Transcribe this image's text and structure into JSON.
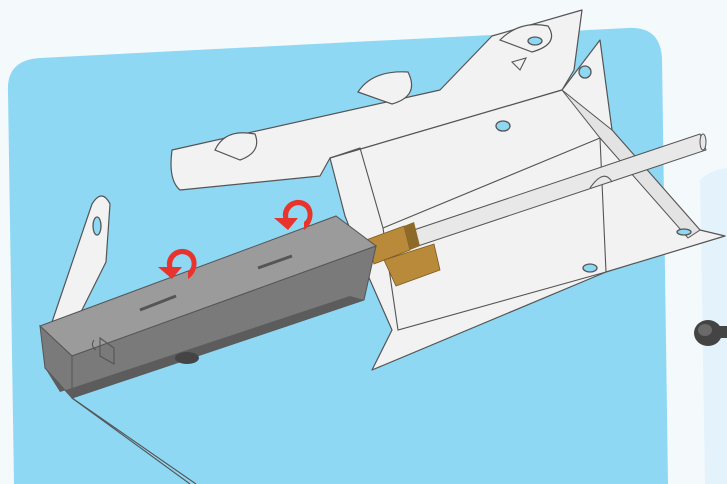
{
  "illustration": {
    "subject": "sheet-metal-bracket-assembly",
    "parts": [
      {
        "name": "folded-bracket-panel"
      },
      {
        "name": "metal-rod"
      },
      {
        "name": "brass-clip"
      },
      {
        "name": "grey-block-housing"
      },
      {
        "name": "rotation-arrow-left"
      },
      {
        "name": "rotation-arrow-right"
      },
      {
        "name": "screw"
      }
    ],
    "colors": {
      "background_panel": "#8ed8f4",
      "side_panel": "#e4f3fb",
      "page_background": "#f4f9fc",
      "sheet_metal": "#f2f2f2",
      "outline": "#555555",
      "housing_top": "#9b9b9b",
      "housing_front": "#7a7a7a",
      "housing_underside": "#5c5c5c",
      "brass": "#b88a3a",
      "arrow": "#e8342c",
      "rod": "#e8e8e8",
      "screw": "#444444"
    }
  }
}
